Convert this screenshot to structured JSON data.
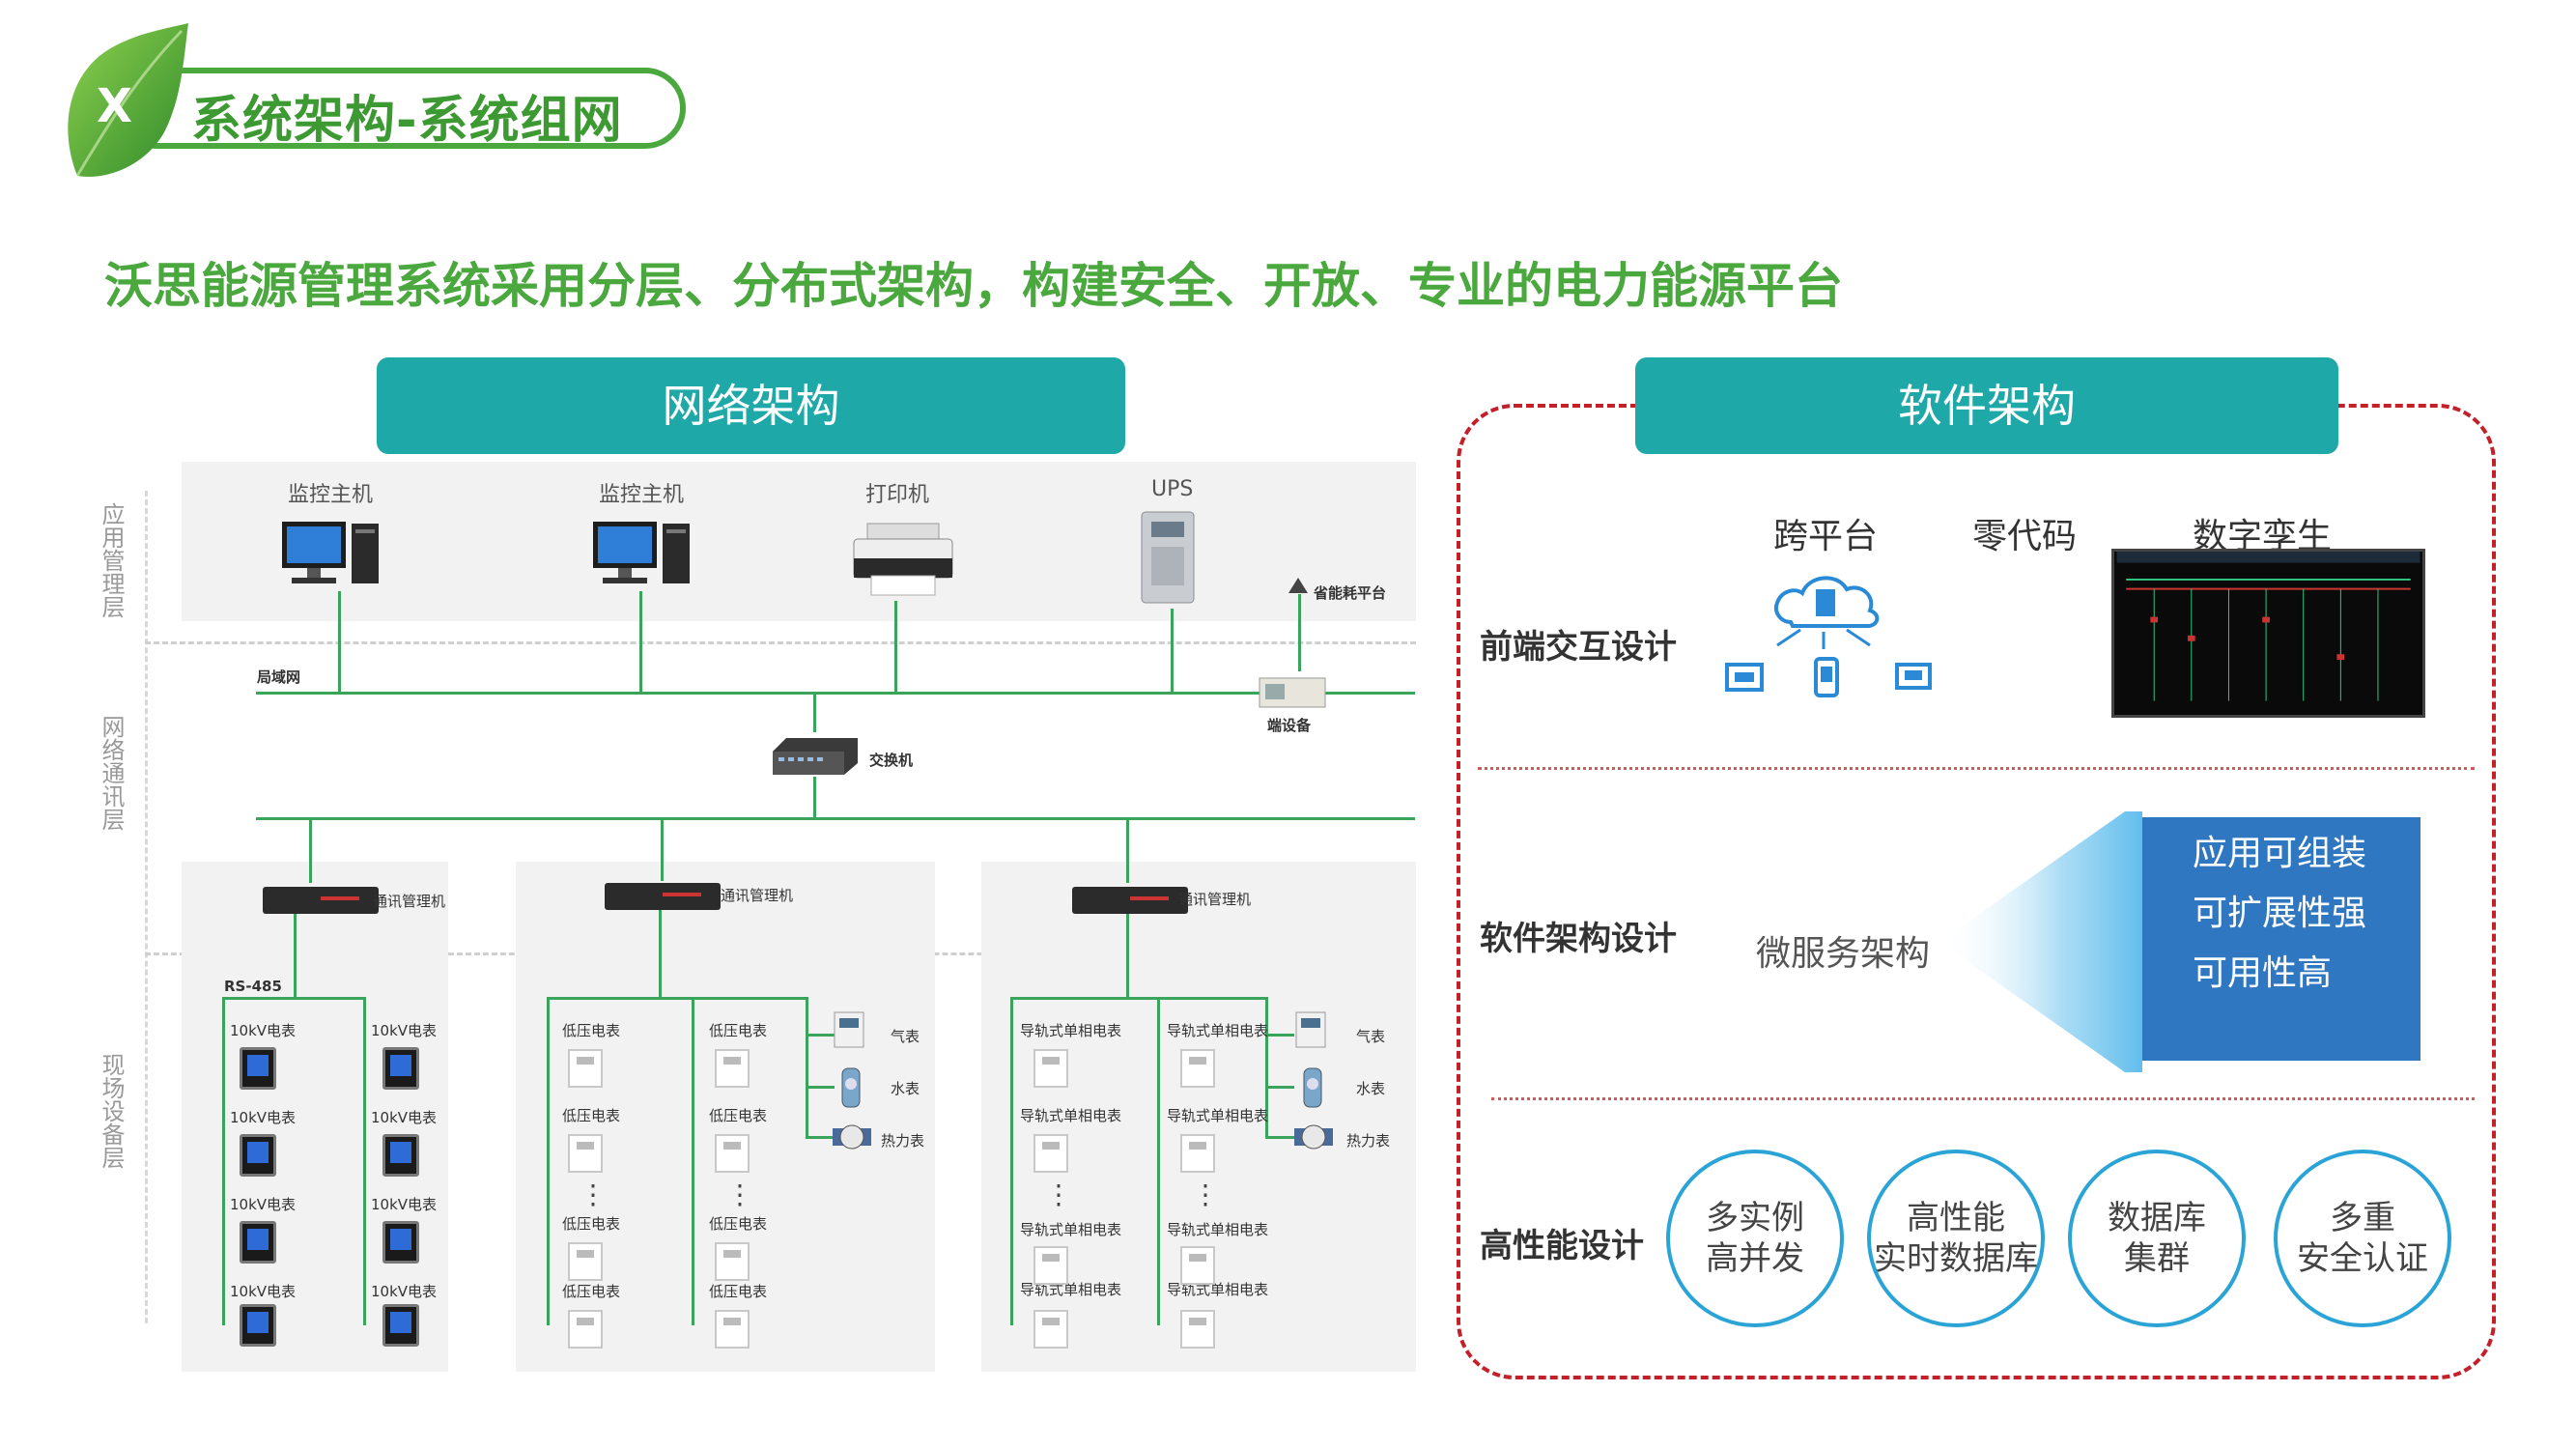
{
  "header": {
    "badge": "X",
    "title": "系统架构-系统组网",
    "subtitle": "沃思能源管理系统采用分层、分布式架构，构建安全、开放、专业的电力能源平台"
  },
  "network": {
    "heading": "网络架构",
    "layers": [
      "应用管理层",
      "网络通讯层",
      "现场设备层"
    ],
    "app_devices": [
      "监控主机",
      "监控主机",
      "打印机",
      "UPS"
    ],
    "platform_label": "省能耗平台",
    "lan_label": "局域网",
    "end_device_label": "端设备",
    "switch_label": "交换机",
    "gateway_label": "通讯管理机",
    "rs485": "RS-485",
    "group1": {
      "col1": [
        "10kV电表",
        "10kV电表",
        "10kV电表",
        "10kV电表"
      ],
      "col2": [
        "10kV电表",
        "10kV电表",
        "10kV电表",
        "10kV电表"
      ]
    },
    "group2": {
      "col1": [
        "低压电表",
        "低压电表",
        "低压电表",
        "低压电表"
      ],
      "col2": [
        "低压电表",
        "低压电表",
        "低压电表",
        "低压电表"
      ],
      "utility": [
        "气表",
        "水表",
        "热力表"
      ]
    },
    "group3": {
      "col1": [
        "导轨式单相电表",
        "导轨式单相电表",
        "导轨式单相电表",
        "导轨式单相电表"
      ],
      "col2": [
        "导轨式单相电表",
        "导轨式单相电表",
        "导轨式单相电表",
        "导轨式单相电表"
      ],
      "utility": [
        "气表",
        "水表",
        "热力表"
      ]
    },
    "ellipsis": "⋮"
  },
  "software": {
    "heading": "软件架构",
    "rows": {
      "frontend": "前端交互设计",
      "architecture": "软件架构设计",
      "performance": "高性能设计"
    },
    "frontend_features": [
      "跨平台",
      "零代码",
      "数字孪生"
    ],
    "microservice": "微服务架构",
    "benefits": [
      "应用可组装",
      "可扩展性强",
      "可用性高"
    ],
    "circles": [
      [
        "多实例",
        "高并发"
      ],
      [
        "高性能",
        "实时数据库"
      ],
      [
        "数据库",
        "集群"
      ],
      [
        "多重",
        "安全认证"
      ]
    ]
  },
  "colors": {
    "green": "#4aa83e",
    "teal": "#1ea8a8",
    "red": "#c3202a",
    "blue": "#2f78c1",
    "circle": "#2aa4d6"
  }
}
